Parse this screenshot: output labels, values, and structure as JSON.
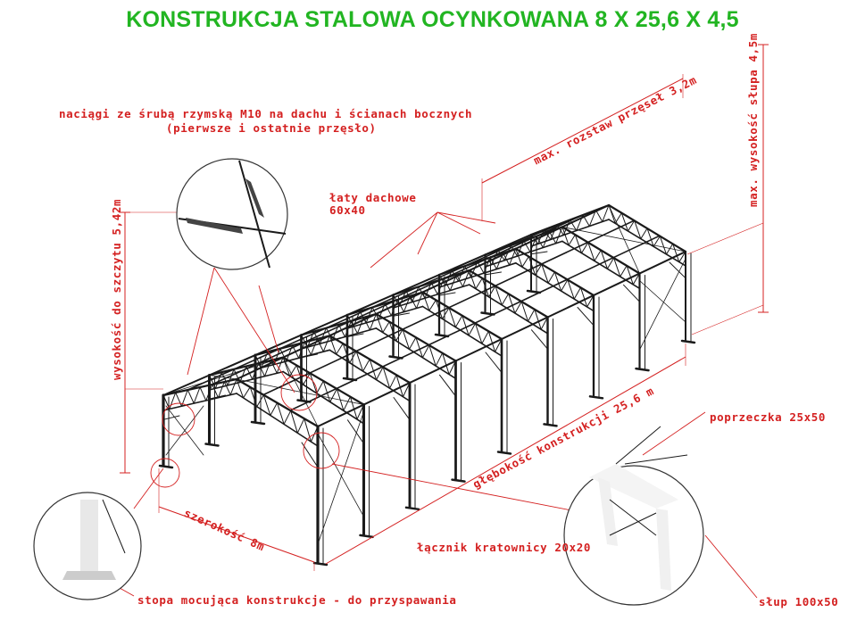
{
  "title": "KONSTRUKCJA STALOWA OCYNKOWANA 8 X 25,6 X 4,5",
  "labels": {
    "tensioners_line1": "naciągi ze śrubą rzymską M10 na dachu i ścianach bocznych",
    "tensioners_line2": "(pierwsze i ostatnie przęsło)",
    "max_span": "max. rozstaw przęseł 3,2m",
    "max_column_height": "max. wysokość słupa 4,5m",
    "roof_battens_line1": "łaty dachowe",
    "roof_battens_line2": "60x40",
    "gable_height": "wysokość do szczytu 5,42m",
    "depth": "głębokość konstrukcji 25,6 m",
    "crossbar": "poprzeczka 25x50",
    "width": "szerokość 8m",
    "truss_connector": "łącznik kratownicy 20x20",
    "column": "słup 100x50",
    "base_plate": "stopa mocująca konstrukcje - do przyspawania"
  },
  "colors": {
    "title": "#22b522",
    "annotation": "#d42020",
    "structure": "#1a1a1a"
  }
}
